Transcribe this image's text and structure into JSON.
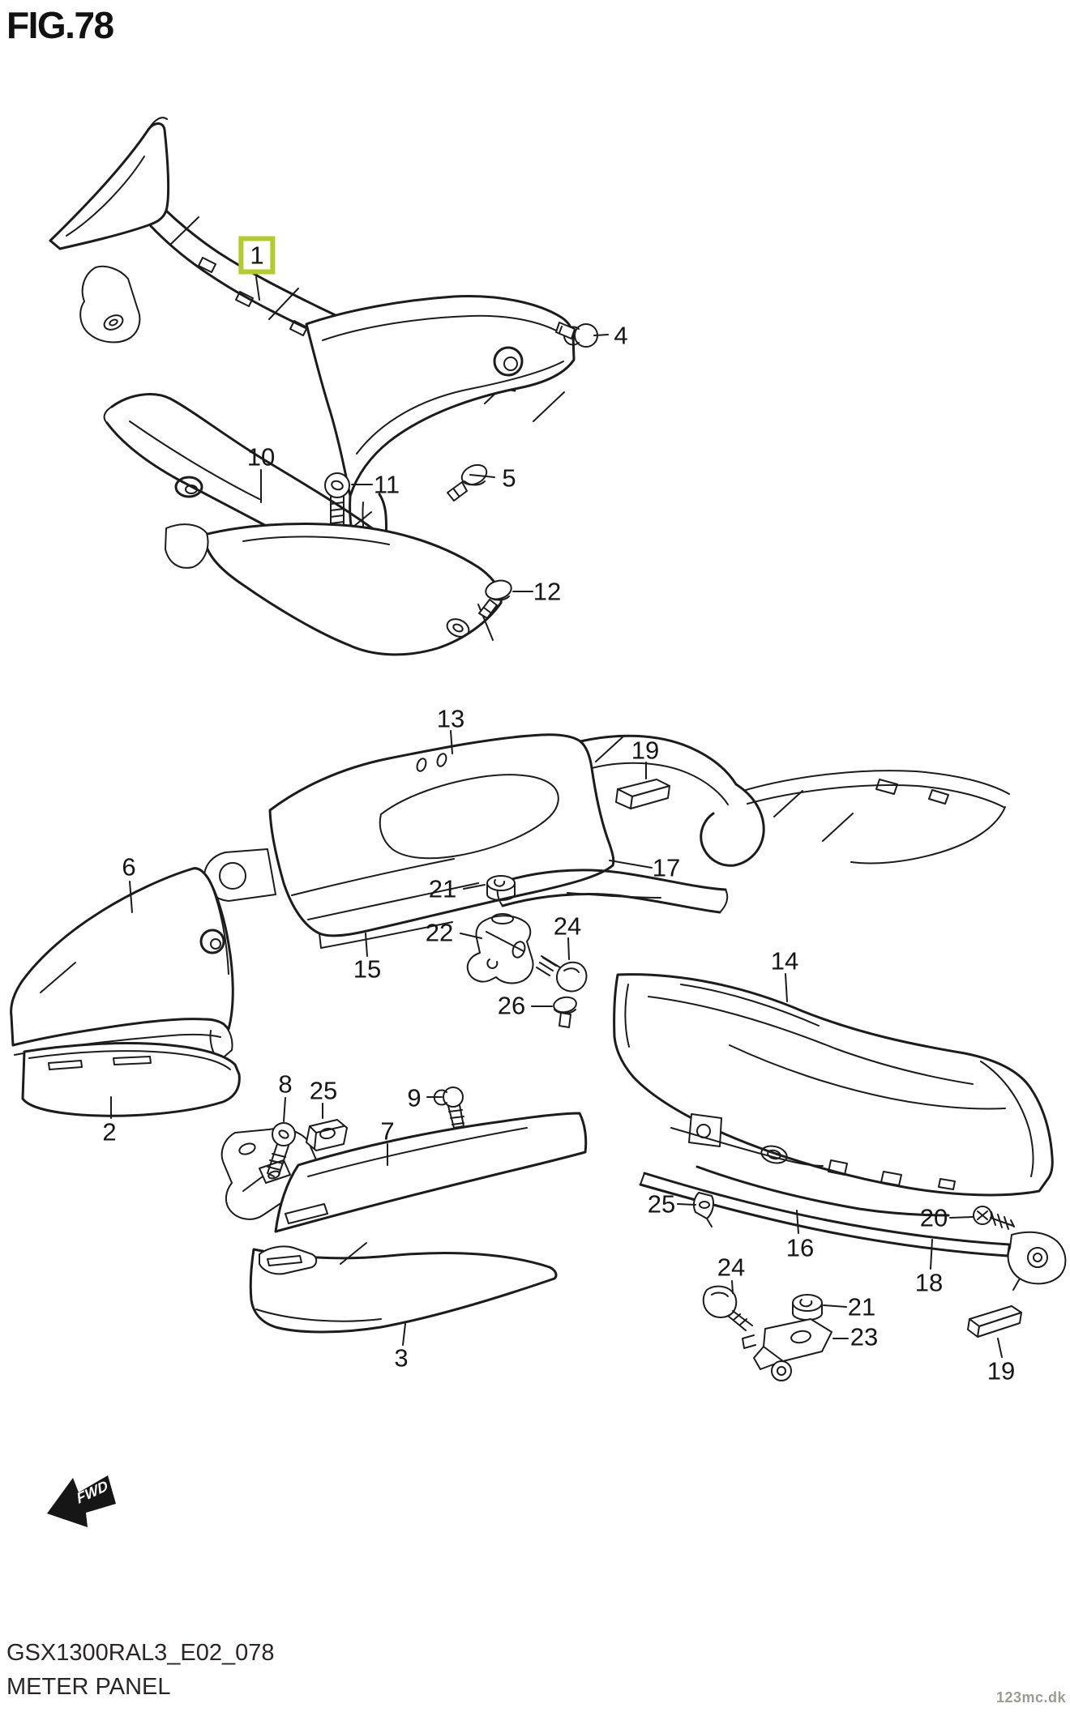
{
  "figure": {
    "title": "FIG.78"
  },
  "diagram": {
    "highlight_color": "#b3cb2d",
    "line_color": "#1c1c1c",
    "fwd_label": "FWD",
    "callouts": [
      {
        "label": "1",
        "highlighted": true
      },
      {
        "label": "4"
      },
      {
        "label": "5"
      },
      {
        "label": "10"
      },
      {
        "label": "11"
      },
      {
        "label": "12"
      },
      {
        "label": "13"
      },
      {
        "label": "19"
      },
      {
        "label": "17"
      },
      {
        "label": "6"
      },
      {
        "label": "15"
      },
      {
        "label": "21"
      },
      {
        "label": "22"
      },
      {
        "label": "24"
      },
      {
        "label": "26"
      },
      {
        "label": "14"
      },
      {
        "label": "2"
      },
      {
        "label": "8"
      },
      {
        "label": "25"
      },
      {
        "label": "9"
      },
      {
        "label": "7"
      },
      {
        "label": "3"
      },
      {
        "label": "25"
      },
      {
        "label": "16"
      },
      {
        "label": "20"
      },
      {
        "label": "18"
      },
      {
        "label": "24"
      },
      {
        "label": "21"
      },
      {
        "label": "23"
      },
      {
        "label": "19"
      }
    ]
  },
  "footer": {
    "drawing_code": "GSX1300RAL3_E02_078",
    "figure_name": "METER PANEL",
    "watermark": "123mc.dk"
  }
}
